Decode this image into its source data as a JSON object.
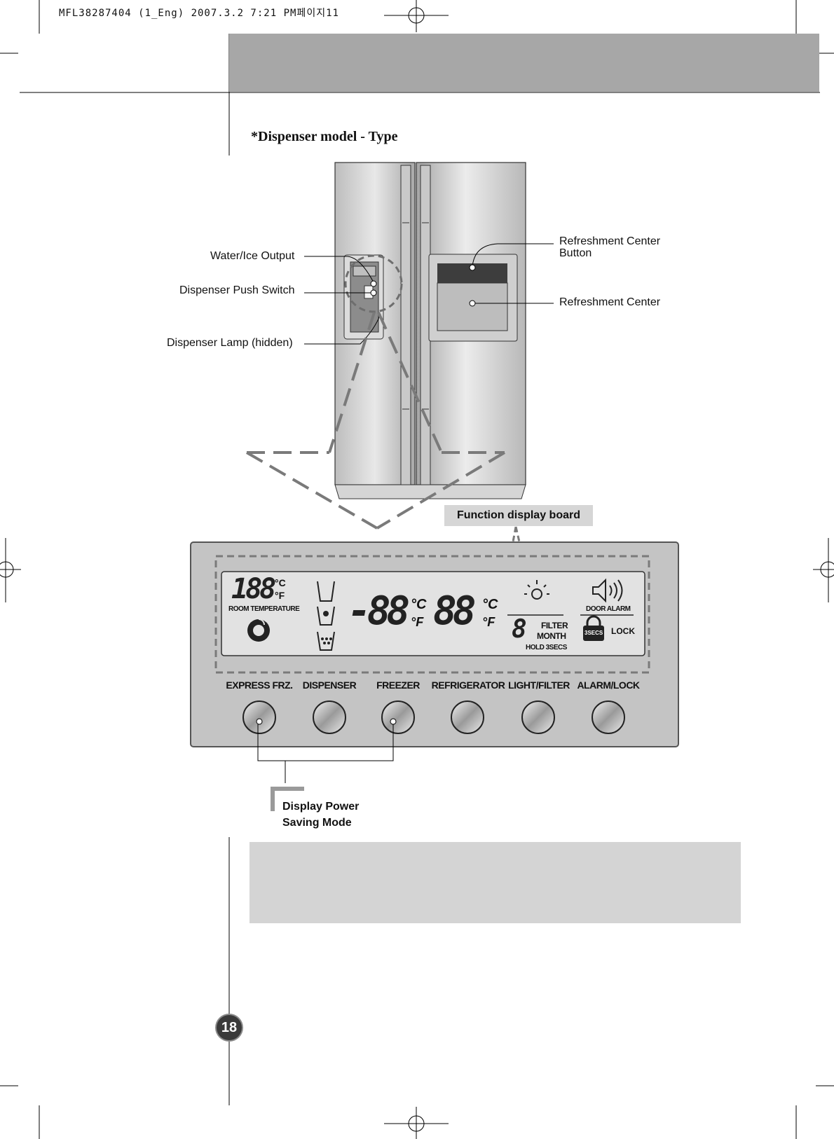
{
  "print_info": "MFL38287404 (1_Eng)  2007.3.2 7:21 PM페이지11",
  "section_title": "*Dispenser model - Type",
  "fridge_labels": {
    "water_ice_output": "Water/Ice Output",
    "push_switch": "Dispenser Push Switch",
    "lamp": "Dispenser Lamp (hidden)",
    "refresh_button_line1": "Refreshment Center",
    "refresh_button_line2": "Button",
    "refresh_center": "Refreshment Center"
  },
  "function_board_label": "Function display board",
  "display": {
    "room_digits": "188",
    "unit_c": "°C",
    "unit_f": "°F",
    "room_temperature": "ROOM TEMPERATURE",
    "freezer_digits": "-88",
    "fridge_digits": "88",
    "filter_digit": "8",
    "filter": "FILTER",
    "month": "MONTH",
    "hold": "HOLD 3SECS",
    "door_alarm": "DOOR ALARM",
    "lock_badge": "3SECS",
    "lock": "LOCK"
  },
  "buttons": [
    {
      "label": "EXPRESS FRZ."
    },
    {
      "label": "DISPENSER"
    },
    {
      "label": "FREEZER"
    },
    {
      "label": "REFRIGERATOR"
    },
    {
      "label": "LIGHT/FILTER"
    },
    {
      "label": "ALARM/LOCK"
    }
  ],
  "power_saving": {
    "line1": "Display Power",
    "line2": "Saving Mode"
  },
  "page_number": "18",
  "colors": {
    "panel": "#c4c4c4",
    "display": "#e2e2e2",
    "header": "#a7a7a7",
    "note": "#d4d4d4"
  }
}
